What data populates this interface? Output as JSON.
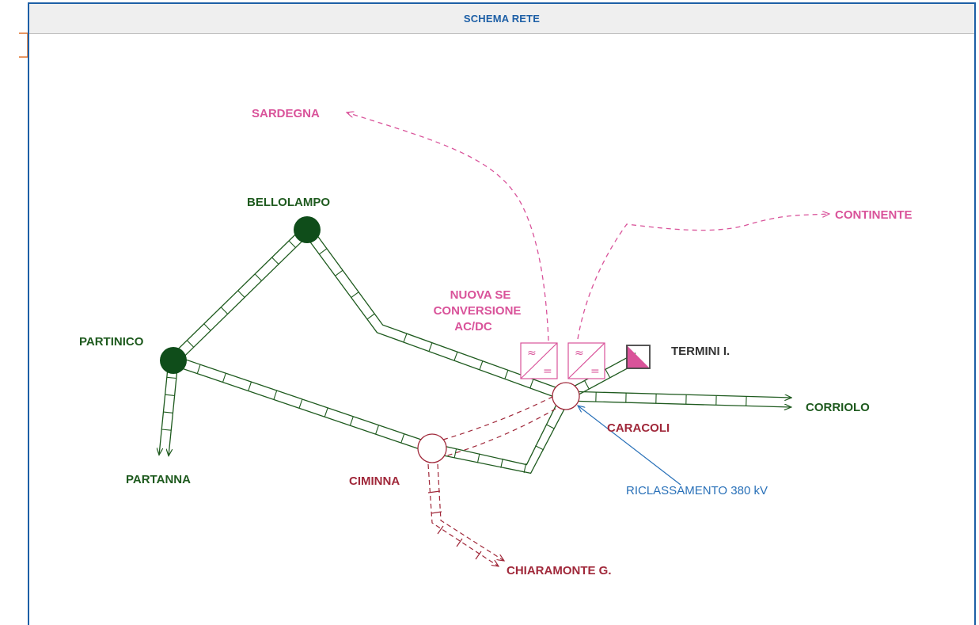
{
  "header": {
    "title": "SCHEMA RETE"
  },
  "nodes": {
    "bellolampo": "BELLOLAMPO",
    "partinico": "PARTINICO",
    "partanna": "PARTANNA",
    "ciminna": "CIMINNA",
    "caracoli": "CARACOLI",
    "corriolo": "CORRIOLO",
    "termini": "TERMINI I.",
    "chiaramonte": "CHIARAMONTE G.",
    "sardegna": "SARDEGNA",
    "continente": "CONTINENTE",
    "conversion_station": [
      "NUOVA SE",
      "CONVERSIONE",
      "AC/DC"
    ]
  },
  "annotations": {
    "reclassification": "RICLASSAMENTO 380 kV"
  },
  "colors": {
    "existing_line": "#1e5a1e",
    "existing_node": "#0f4d1a",
    "new_node_red": "#a0283a",
    "hvdc_pink": "#d9539a",
    "annotation_blue": "#2870b8",
    "frame_blue": "#1d5fa6",
    "text_gray": "#333333"
  }
}
